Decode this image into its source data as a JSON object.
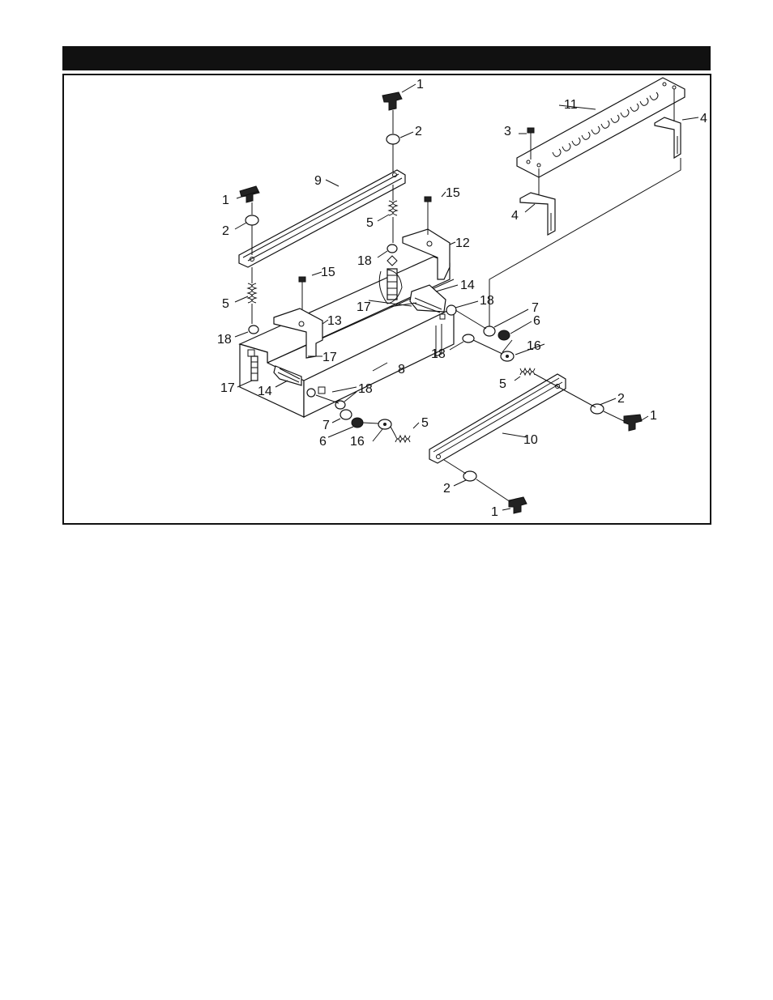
{
  "header": {
    "title": ""
  },
  "diagram": {
    "callouts": {
      "c1a": "1",
      "c1b": "1",
      "c1c": "1",
      "c1d": "1",
      "c2a": "2",
      "c2b": "2",
      "c2c": "2",
      "c2d": "2",
      "c3": "3",
      "c4a": "4",
      "c4b": "4",
      "c5a": "5",
      "c5b": "5",
      "c5c": "5",
      "c5d": "5",
      "c6a": "6",
      "c6b": "6",
      "c7a": "7",
      "c7b": "7",
      "c8": "8",
      "c9": "9",
      "c10": "10",
      "c11": "11",
      "c12": "12",
      "c13": "13",
      "c14a": "14",
      "c14b": "14",
      "c15a": "15",
      "c15b": "15",
      "c16a": "16",
      "c16b": "16",
      "c17a": "17",
      "c17b": "17",
      "c17c": "17",
      "c18a": "18",
      "c18b": "18",
      "c18c": "18",
      "c18d": "18",
      "c18e": "18"
    }
  }
}
